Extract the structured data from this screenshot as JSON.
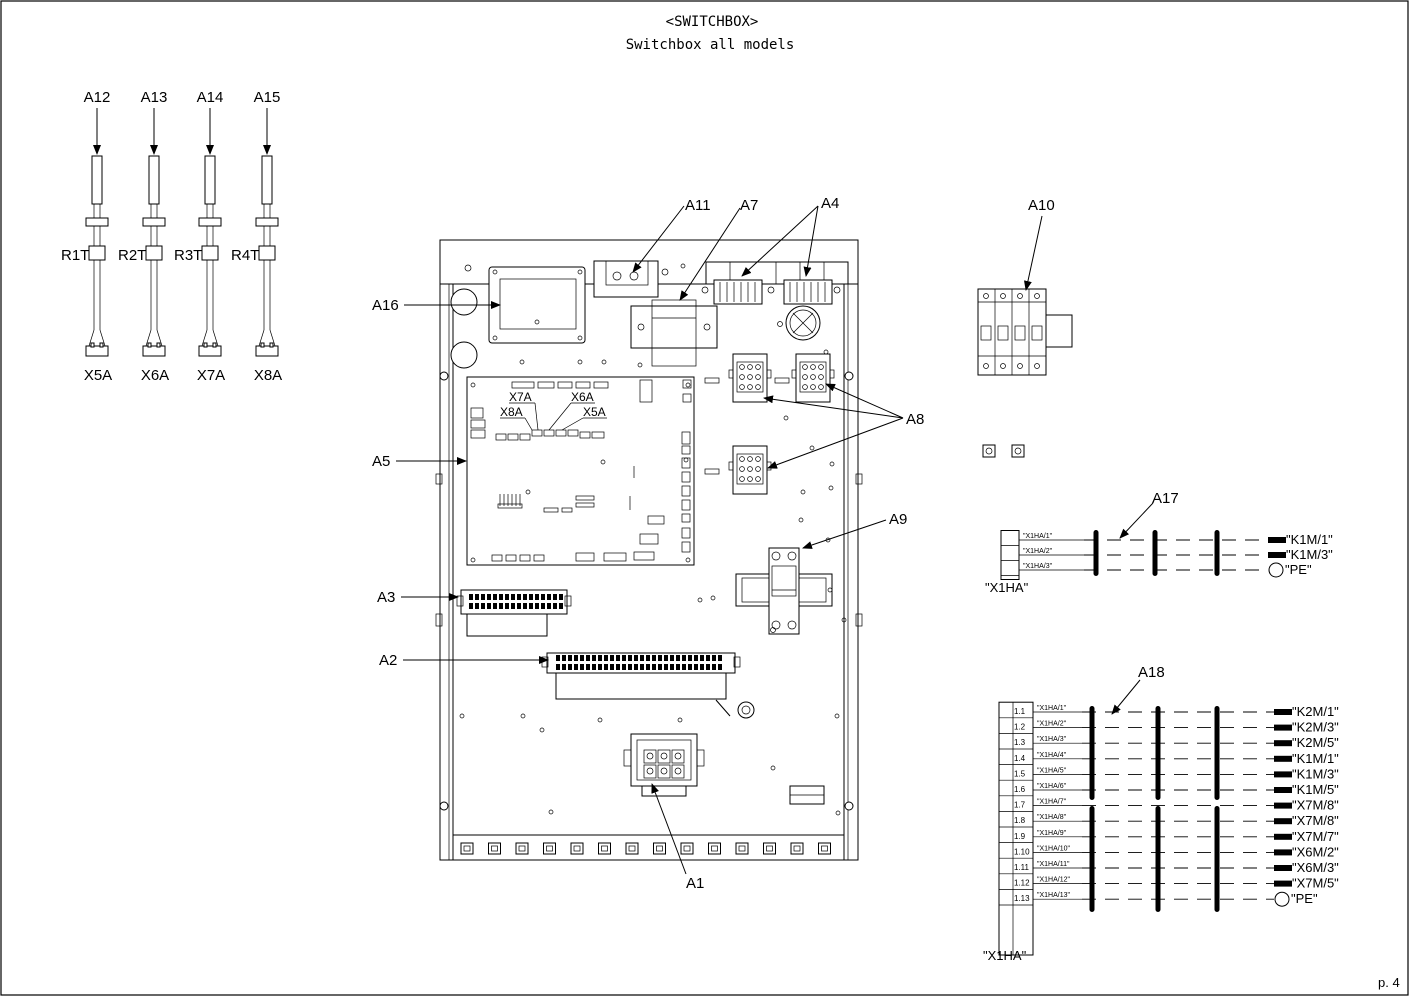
{
  "header": {
    "title": "<SWITCHBOX>",
    "subtitle": "Switchbox all models"
  },
  "page_number": "p. 4",
  "sensors": [
    {
      "label": "A12",
      "resistor": "R1T",
      "connector": "X5A"
    },
    {
      "label": "A13",
      "resistor": "R2T",
      "connector": "X6A"
    },
    {
      "label": "A14",
      "resistor": "R3T",
      "connector": "X7A"
    },
    {
      "label": "A15",
      "resistor": "R4T",
      "connector": "X8A"
    }
  ],
  "callouts": {
    "a1": "A1",
    "a2": "A2",
    "a3": "A3",
    "a4": "A4",
    "a5": "A5",
    "a7": "A7",
    "a8": "A8",
    "a9": "A9",
    "a10": "A10",
    "a11": "A11",
    "a16": "A16",
    "a17": "A17",
    "a18": "A18"
  },
  "pcb_connectors": {
    "x7a": "X7A",
    "x6a": "X6A",
    "x8a": "X8A",
    "x5a": "X5A"
  },
  "harness_a17": {
    "connector_label": "\"X1HA\"",
    "rows": [
      {
        "tag": "\"X1HA/1\"",
        "end": "\"K1M/1\""
      },
      {
        "tag": "\"X1HA/2\"",
        "end": "\"K1M/3\""
      },
      {
        "tag": "\"X1HA/3\"",
        "end": "\"PE\""
      }
    ]
  },
  "harness_a18": {
    "connector_label": "\"X1HA\"",
    "rows": [
      {
        "pin": "1.1",
        "tag": "\"X1HA/1\"",
        "end": "\"K2M/1\""
      },
      {
        "pin": "1.2",
        "tag": "\"X1HA/2\"",
        "end": "\"K2M/3\""
      },
      {
        "pin": "1.3",
        "tag": "\"X1HA/3\"",
        "end": "\"K2M/5\""
      },
      {
        "pin": "1.4",
        "tag": "\"X1HA/4\"",
        "end": "\"K1M/1\""
      },
      {
        "pin": "1.5",
        "tag": "\"X1HA/5\"",
        "end": "\"K1M/3\""
      },
      {
        "pin": "1.6",
        "tag": "\"X1HA/6\"",
        "end": "\"K1M/5\""
      },
      {
        "pin": "1.7",
        "tag": "\"X1HA/7\"",
        "end": "\"X7M/8\""
      },
      {
        "pin": "1.8",
        "tag": "\"X1HA/8\"",
        "end": "\"X7M/8\""
      },
      {
        "pin": "1.9",
        "tag": "\"X1HA/9\"",
        "end": "\"X7M/7\""
      },
      {
        "pin": "1.10",
        "tag": "\"X1HA/10\"",
        "end": "\"X6M/2\""
      },
      {
        "pin": "1.11",
        "tag": "\"X1HA/11\"",
        "end": "\"X6M/3\""
      },
      {
        "pin": "1.12",
        "tag": "\"X1HA/12\"",
        "end": "\"X7M/5\""
      },
      {
        "pin": "1.13",
        "tag": "\"X1HA/13\"",
        "end": "\"PE\""
      }
    ]
  }
}
